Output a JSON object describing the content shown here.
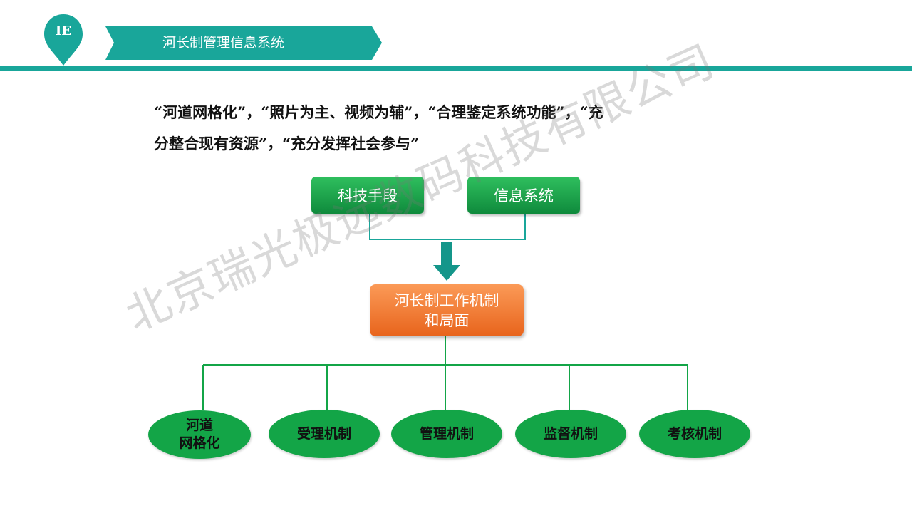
{
  "header": {
    "logo_text": "IE",
    "title": "河长制管理信息系统"
  },
  "intro": {
    "line1": "“河道网格化”，“照片为主、视频为辅”，“合理鉴定系统功能”，“充",
    "line2": "分整合现有资源”，“充分发挥社会参与”"
  },
  "diagram": {
    "inputs": [
      "科技手段",
      "信息系统"
    ],
    "center_line1": "河长制工作机制",
    "center_line2": "和局面",
    "mechanisms": [
      "河道\n网格化",
      "受理机制",
      "管理机制",
      "监督机制",
      "考核机制"
    ]
  },
  "watermark": "北京瑞光极远数码科技有限公司",
  "colors": {
    "teal": "#19a69a",
    "green": "#13a547",
    "orange": "#ef7a2f"
  }
}
